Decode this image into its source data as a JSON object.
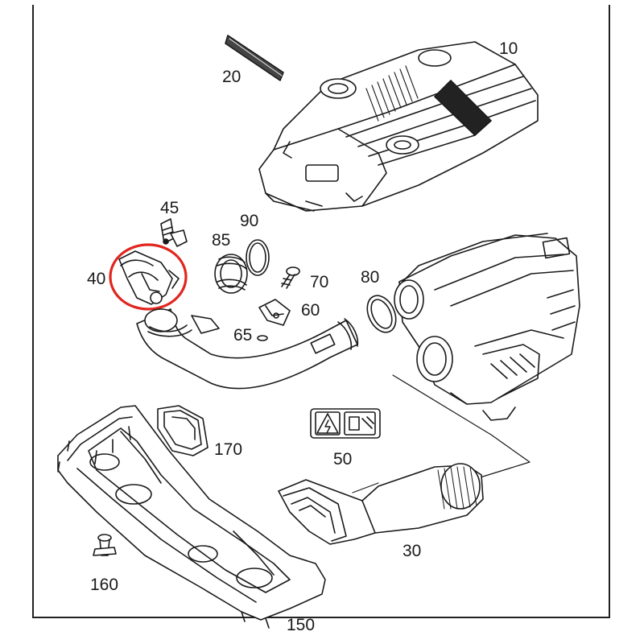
{
  "callouts": {
    "c10": "10",
    "c20": "20",
    "c30": "30",
    "c40": "40",
    "c45": "45",
    "c50": "50",
    "c60": "60",
    "c65": "65",
    "c70": "70",
    "c80": "80",
    "c85": "85",
    "c90": "90",
    "c150": "150",
    "c160": "160",
    "c170": "170"
  },
  "highlight": {
    "color": "#e0261f",
    "target_part": "40"
  },
  "line_color": "#1a1a1a"
}
